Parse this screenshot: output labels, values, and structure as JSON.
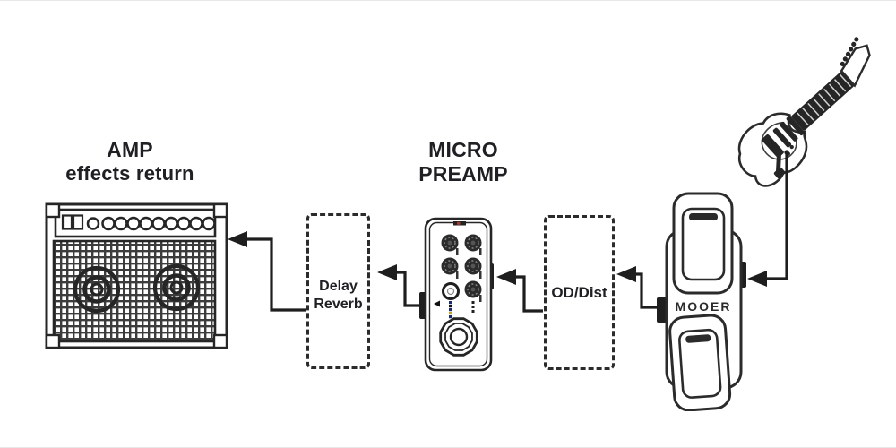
{
  "titles": {
    "amp_line1": "AMP",
    "amp_line2": "effects return",
    "preamp_line1": "MICRO",
    "preamp_line2": "PREAMP"
  },
  "boxes": {
    "delay_line1": "Delay",
    "delay_line2": "Reverb",
    "od_dist": "OD/Dist"
  },
  "brand": "MOOER",
  "colors": {
    "line_art": "#262626",
    "text": "#1f1f24",
    "logo_blue": "#1b2a6b",
    "logo_yellow": "#c9a22b",
    "led_red": "#a23a2e",
    "background": "#ffffff"
  }
}
